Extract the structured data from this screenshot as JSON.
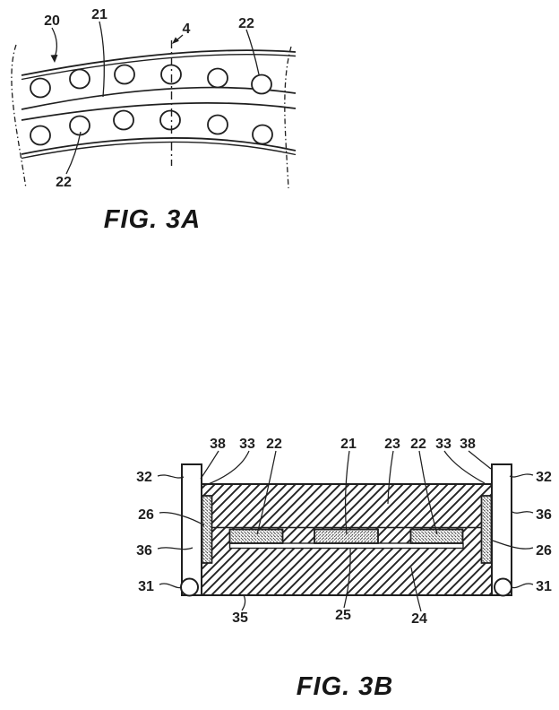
{
  "colors": {
    "ink": "#1f1f1f",
    "background": "#ffffff"
  },
  "fig3a": {
    "caption": "FIG. 3A",
    "labels": {
      "band": "20",
      "web": "21",
      "section_line": "4",
      "hole_top_right": "22",
      "hole_bottom": "22"
    }
  },
  "fig3b": {
    "caption": "FIG. 3B",
    "top_labels": [
      "38",
      "33",
      "22",
      "21",
      "23",
      "22",
      "33",
      "38"
    ],
    "left_labels": [
      "32",
      "26",
      "36",
      "31"
    ],
    "right_labels": [
      "32",
      "36",
      "26",
      "31"
    ],
    "bottom_labels": [
      "35",
      "25",
      "24"
    ]
  }
}
